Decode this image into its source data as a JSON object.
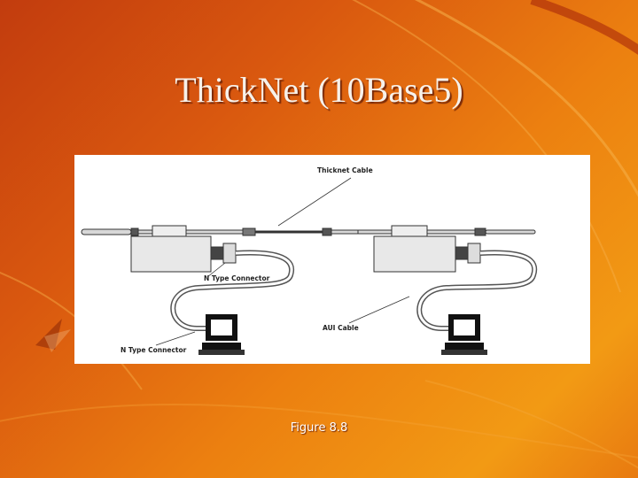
{
  "slide": {
    "title": "ThickNet (10Base5)",
    "caption": "Figure 8.8"
  },
  "diagram": {
    "labels": {
      "thicknet_cable": "Thicknet Cable",
      "n_type_connector_upper": "N Type Connector",
      "n_type_connector_lower": "N Type Connector",
      "aui_cable": "AUI Cable"
    }
  },
  "colors": {
    "background_dark": "#c23c0e",
    "background_light": "#f29a14",
    "title_text": "#f7f1ea",
    "panel": "#ffffff"
  }
}
